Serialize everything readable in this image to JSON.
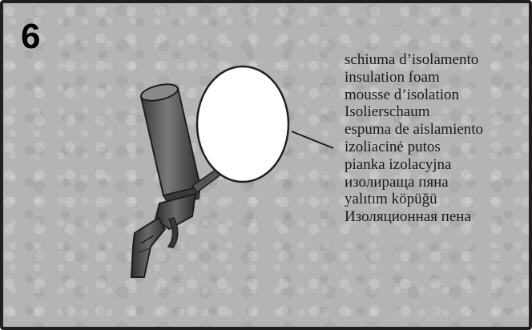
{
  "panel": {
    "step_number": "6",
    "colors": {
      "background": "#b4b4b4",
      "border": "#231f20",
      "tool": "#4a4a4a",
      "callout": "#ffffff"
    },
    "icons": [
      "foam-can-icon",
      "spray-gun-icon",
      "blank-callout-icon"
    ],
    "labels": [
      "schiuma d’isolamento",
      "insulation foam",
      "mousse d’isolation",
      "Isolierschaum",
      "espuma de aislamiento",
      "izoliacinė putos",
      "pianka izolacyjna",
      "изолираща пяна",
      "yalıtım köpüğü",
      "Изоляционная пена"
    ]
  }
}
